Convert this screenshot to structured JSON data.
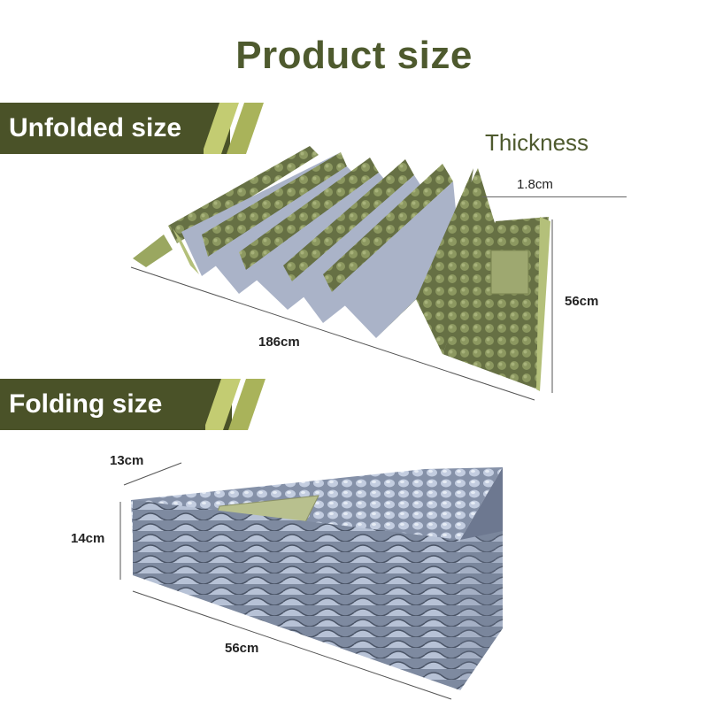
{
  "title": "Product size",
  "sections": {
    "unfolded": {
      "heading": "Unfolded size",
      "thickness_title": "Thickness",
      "thickness_value": "1.8cm",
      "length": "186cm",
      "width": "56cm"
    },
    "folding": {
      "heading": "Folding size",
      "depth": "13cm",
      "height": "14cm",
      "length": "56cm"
    }
  },
  "colors": {
    "brand_olive": "#4a5228",
    "accent_lime": "#b8c25a",
    "mat_green": "#7b8650",
    "mat_silver": "#a9b4c6"
  }
}
